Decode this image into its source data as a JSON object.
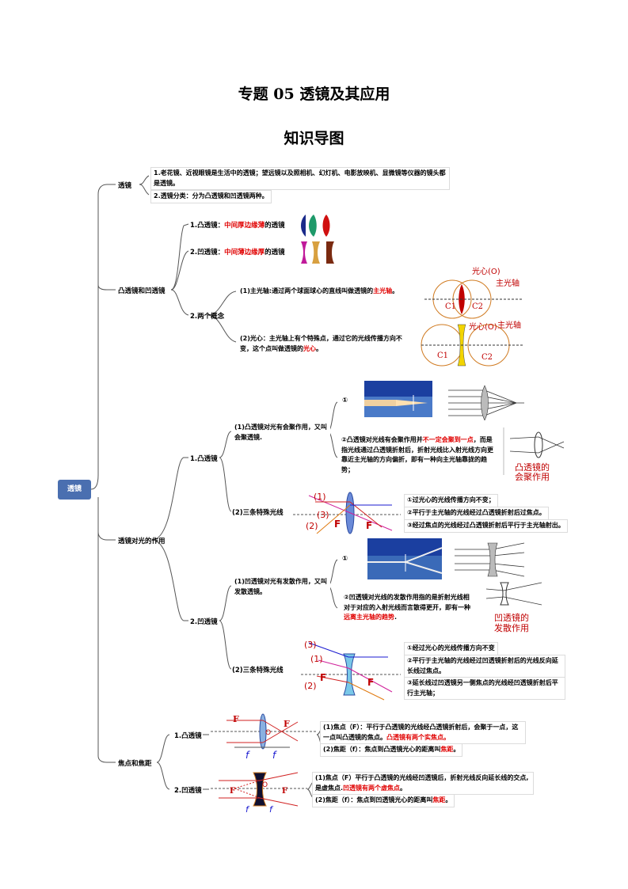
{
  "title": "专题 05  透镜及其应用",
  "subtitle": "知识导图",
  "root": "透镜",
  "n1": {
    "label": "透镜",
    "item1": "1.老花镜、近视眼镜是生活中的透镜；望远镜以及照相机、幻灯机、电影放映机、显微镜等仪器的镜头都是透镜。",
    "item2": "2.透镜分类：分为凸透镜和凹透镜两种。"
  },
  "n2": {
    "label": "凸透镜和凹透镜",
    "convex_pre": "1.凸透镜：",
    "convex_red": "中间厚边缘薄",
    "convex_post": "的透镜",
    "concave_pre": "2.凹透镜：",
    "concave_red": "中间薄边缘厚",
    "concave_post": "的透镜",
    "concepts": "2.两个概念",
    "axis_pre": "(1)主光轴:通过两个球面球心的直线叫做透镜的",
    "axis_red": "主光轴",
    "axis_post": "。",
    "center_pre": "(2)光心：主光轴上有个特殊点，通过它的光线传播方向不变，这个点叫做透镜的",
    "center_red": "光心",
    "center_post": "。",
    "fig_optical_center": "光心(O)",
    "fig_main_axis": "主光轴",
    "fig_c1": "C1",
    "fig_c2": "C2"
  },
  "n3": {
    "label": "透镜对光的作用",
    "convex": "1.凸透镜",
    "conv_effect": "(1)凸透镜对光有会聚作用，又叫会聚透镜.",
    "circ1": "①",
    "conv_note_pre": "②凸透镜对光线有会聚作用并",
    "conv_note_red": "不一定会聚到一点",
    "conv_note_post": "，而是指光线通过凸透镜折射后，折射光线比入射光线方向更靠近主光轴的方向偏折，即有一种向主光轴靠拢的趋势；",
    "conv_fig_caption1": "凸透镜的",
    "conv_fig_caption2": "会聚作用",
    "conv_three": "(2)三条特殊光线",
    "conv_rays": [
      "①过光心的光线传播方向不变；",
      "②平行于主光轴的光线经过凸透镜折射后过焦点。",
      "③经过焦点的光线经过凸透镜折射后平行于主光轴射出。"
    ],
    "concave": "2.凹透镜",
    "conc_effect": "(1)凹透镜对光有发散作用，又叫发散透镜。",
    "conc_note_pre": "②凹透镜对光线的发散作用指的是折射光线相对于对应的入射光线而言散得更开，即有一种",
    "conc_note_red": "远离主光轴的趋势",
    "conc_note_post": ".",
    "conc_fig_caption1": "凹透镜的",
    "conc_fig_caption2": "发散作用",
    "conc_three": "(2)三条特殊光线",
    "conc_rays": [
      "①经过光心的光线传播方向不变",
      "②平行于主光轴的光线经过凹透镜折射后的光线反向延长线过焦点。",
      "③延长线过凹透镜另一侧焦点的光线经凹透镜折射后平行主光轴；"
    ],
    "ray_labels": [
      "(1)",
      "(2)",
      "(3)"
    ],
    "focus_letter": "F"
  },
  "n4": {
    "label": "焦点和焦距",
    "convex": "1.凸透镜",
    "conv_focus_pre": "(1)焦点（F）：平行于凸透镜的光线经凸透镜折射后，会聚于一点，这一点叫凸透镜的焦点。",
    "conv_focus_red": "凸透镜有两个实焦点。",
    "conv_len_pre": "(2)焦距（f）：焦点到凸透镜光心的距离叫",
    "conv_len_red": "焦距",
    "conv_len_post": "。",
    "concave": "2.凹透镜",
    "conc_focus_pre": "(1)焦点（F）平行于凸透镜的光线经凹透镜后，折射光线反向延长线的交点,是虚焦点.",
    "conc_focus_red": "凹透镜有两个虚焦点",
    "conc_focus_post": "。",
    "conc_len_pre": "(2)焦距（f）：焦点到凹透镜光心的距离叫",
    "conc_len_red": "焦距",
    "conc_len_post": "。",
    "fig_F": "F",
    "fig_f": "f",
    "fig_O": "O"
  }
}
